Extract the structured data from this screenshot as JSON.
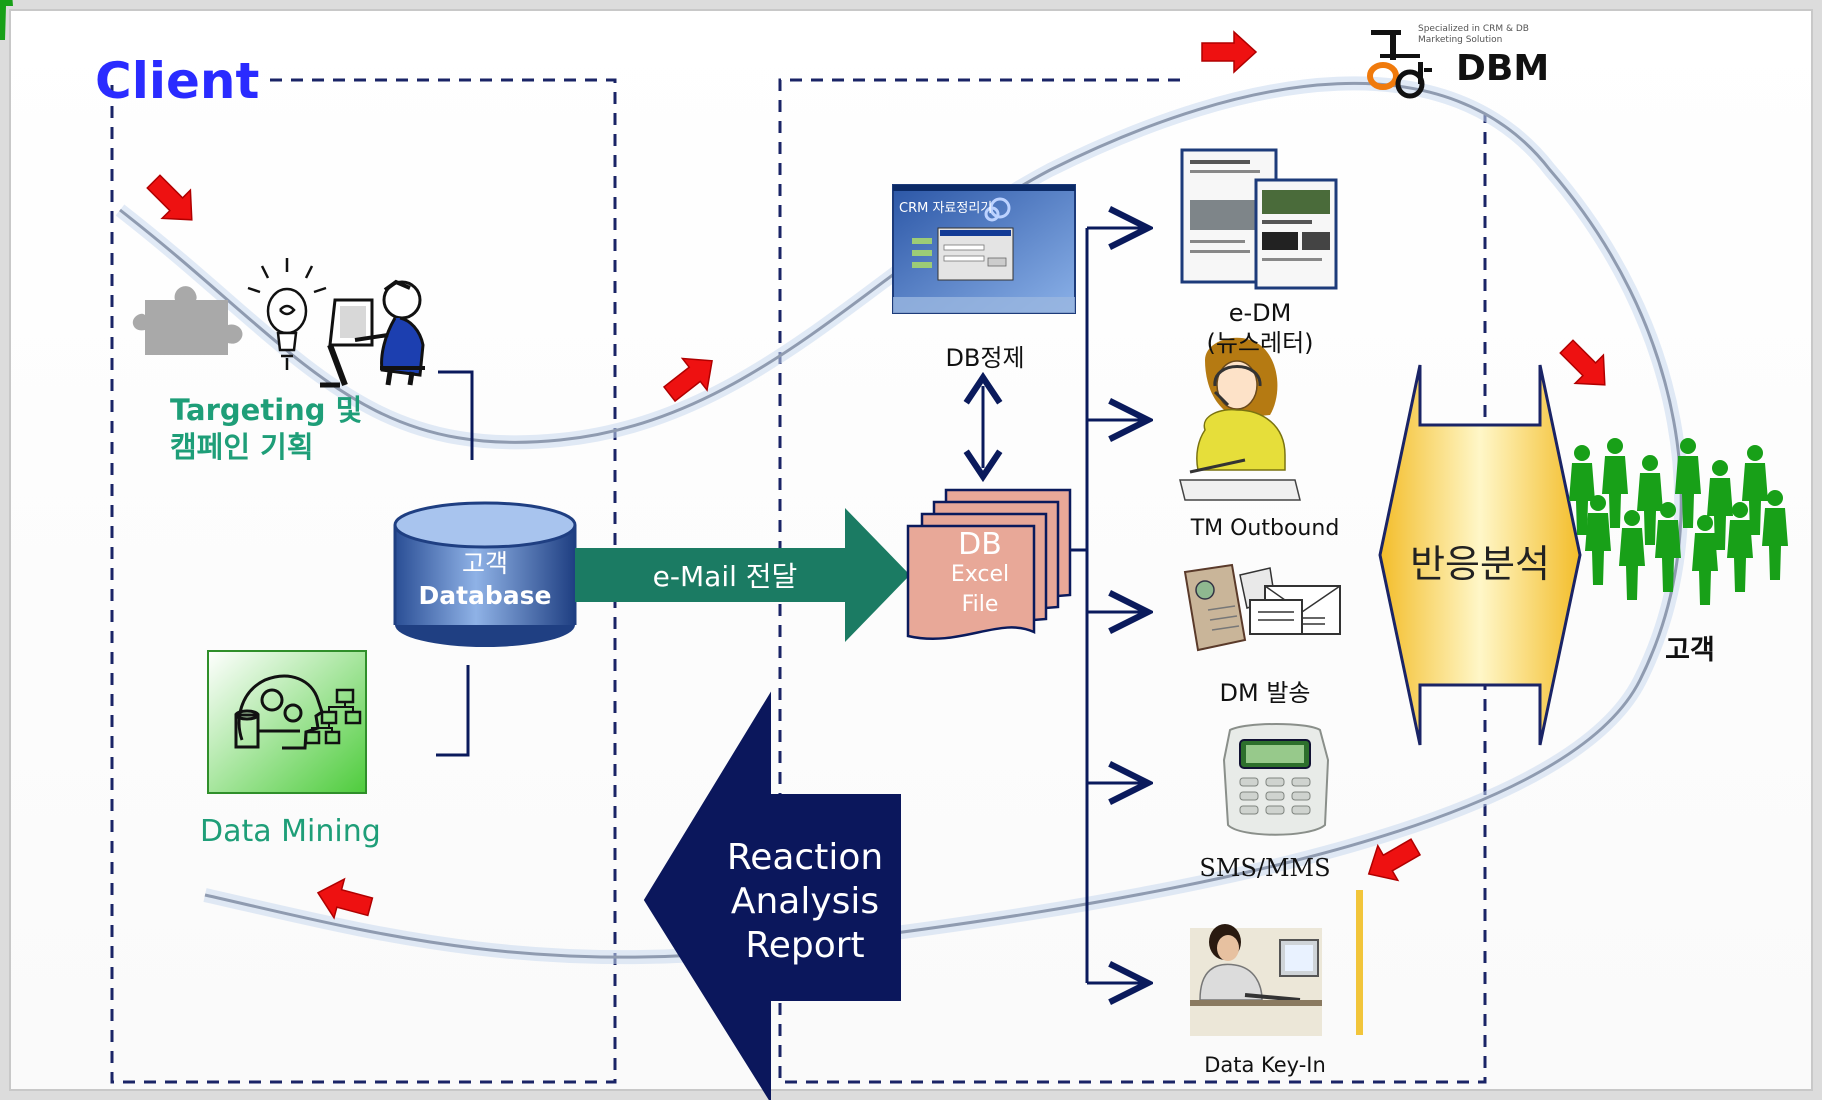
{
  "client": {
    "title": "Client",
    "targeting": "Targeting 및\n캠페인 기획",
    "data_mining": "Data Mining",
    "database_line1": "고객",
    "database_line2": "Database"
  },
  "transfer": {
    "email_label": "e-Mail 전달",
    "file_line1": "DB",
    "file_line2": "Excel",
    "file_line3": "File"
  },
  "vendor": {
    "logo_text": "DBM",
    "logo_korean": "공영",
    "logo_tagline": "Specialized in CRM & DB Marketing Solution",
    "db_cleanse": "DB정제",
    "screen_title": "CRM 자료정리기",
    "channels": [
      {
        "name": "e-DM\n(뉴스레터)"
      },
      {
        "name": "TM Outbound"
      },
      {
        "name": "DM 발송"
      },
      {
        "name": "SMS/MMS"
      },
      {
        "name": "Data Key-In"
      }
    ]
  },
  "response_analysis": "반응분석",
  "customer_label": "고객",
  "reaction_report": "Reaction\nAnalysis\nReport",
  "colors": {
    "client_title": "#2a2bff",
    "green_text": "#1e9e78",
    "navy": "#0a1a5c",
    "email_arrow": "#1b7b63",
    "excel_file": "#e8a898",
    "customer_green": "#18a018",
    "red_arrow": "#ee1111",
    "gold": "#f2c53a"
  }
}
